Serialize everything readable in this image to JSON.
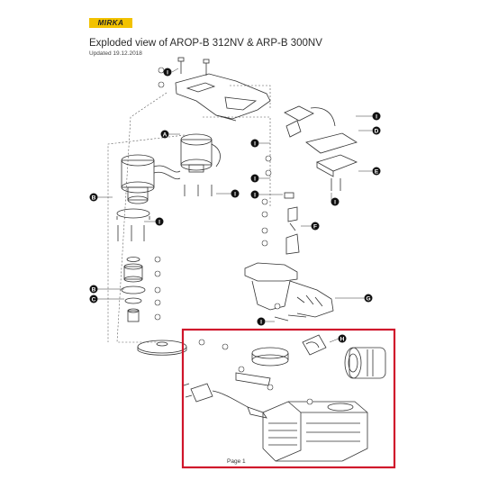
{
  "header": {
    "logo_text": "MIRKA",
    "title": "Exploded view of AROP-B 312NV & ARP-B 300NV",
    "updated": "Updated 19.12.2018"
  },
  "colors": {
    "brand_yellow": "#f2c200",
    "highlight_red": "#d0152b",
    "line": "#333333"
  },
  "callout_letters": {
    "A": "A",
    "B": "B",
    "C": "C",
    "D": "D",
    "E": "E",
    "F": "F",
    "G": "G",
    "H": "H",
    "I": "I"
  },
  "footer": {
    "page": "Page 1"
  }
}
